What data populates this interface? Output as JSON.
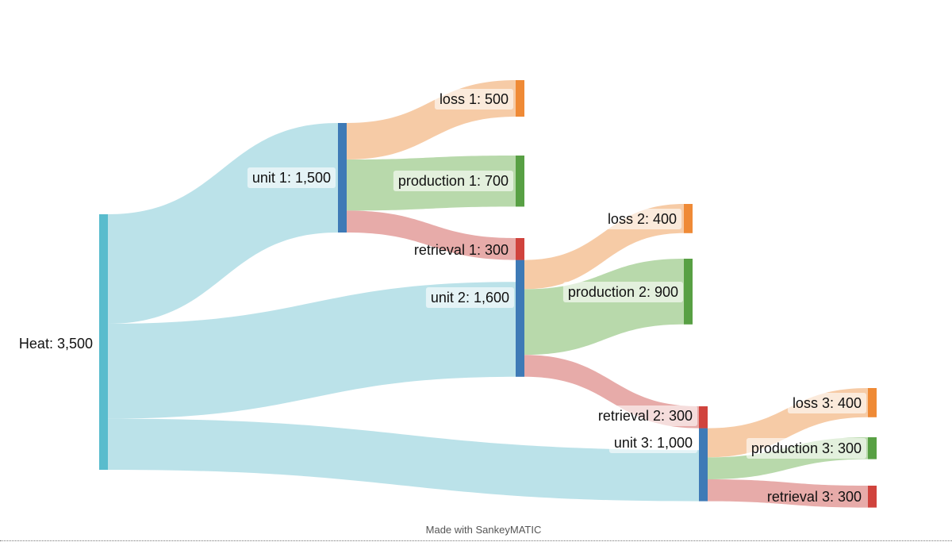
{
  "diagram": {
    "type": "sankey",
    "nodes": [
      {
        "id": "heat",
        "label": "Heat: 3,500",
        "value": 3500,
        "color": "#59bccd"
      },
      {
        "id": "u1",
        "label": "unit 1: 1,500",
        "value": 1500,
        "color": "#3e7ab6"
      },
      {
        "id": "u2",
        "label": "unit 2: 1,600",
        "value": 1600,
        "color": "#3e7ab6"
      },
      {
        "id": "u3",
        "label": "unit 3: 1,000",
        "value": 1000,
        "color": "#3e7ab6"
      },
      {
        "id": "l1",
        "label": "loss 1: 500",
        "value": 500,
        "color": "#ef8a36"
      },
      {
        "id": "p1",
        "label": "production 1: 700",
        "value": 700,
        "color": "#58a044"
      },
      {
        "id": "r1",
        "label": "retrieval 1: 300",
        "value": 300,
        "color": "#d0433d"
      },
      {
        "id": "l2",
        "label": "loss 2: 400",
        "value": 400,
        "color": "#ef8a36"
      },
      {
        "id": "p2",
        "label": "production 2: 900",
        "value": 900,
        "color": "#58a044"
      },
      {
        "id": "r2",
        "label": "retrieval 2: 300",
        "value": 300,
        "color": "#d0433d"
      },
      {
        "id": "l3",
        "label": "loss 3: 400",
        "value": 400,
        "color": "#ef8a36"
      },
      {
        "id": "p3",
        "label": "production 3: 300",
        "value": 300,
        "color": "#58a044"
      },
      {
        "id": "r3",
        "label": "retrieval 3: 300",
        "value": 300,
        "color": "#d0433d"
      }
    ],
    "flows": [
      {
        "from": "heat",
        "to": "u1",
        "value": 1500,
        "color": "#b7e0e8"
      },
      {
        "from": "heat",
        "to": "u2",
        "value": 1300,
        "color": "#b7e0e8"
      },
      {
        "from": "heat",
        "to": "u3",
        "value": 700,
        "color": "#b7e0e8"
      },
      {
        "from": "u1",
        "to": "l1",
        "value": 500,
        "color": "#f6c8a1"
      },
      {
        "from": "u1",
        "to": "p1",
        "value": 700,
        "color": "#b4d7a6"
      },
      {
        "from": "u1",
        "to": "r1",
        "value": 300,
        "color": "#e6a6a4"
      },
      {
        "from": "r1",
        "to": "u2",
        "value": 300,
        "color": "#e6a6a4"
      },
      {
        "from": "u2",
        "to": "l2",
        "value": 400,
        "color": "#f6c8a1"
      },
      {
        "from": "u2",
        "to": "p2",
        "value": 900,
        "color": "#b4d7a6"
      },
      {
        "from": "u2",
        "to": "r2",
        "value": 300,
        "color": "#e6a6a4"
      },
      {
        "from": "r2",
        "to": "u3",
        "value": 300,
        "color": "#e6a6a4"
      },
      {
        "from": "u3",
        "to": "l3",
        "value": 400,
        "color": "#f6c8a1"
      },
      {
        "from": "u3",
        "to": "p3",
        "value": 300,
        "color": "#b4d7a6"
      },
      {
        "from": "u3",
        "to": "r3",
        "value": 300,
        "color": "#e6a6a4"
      }
    ]
  },
  "footer": {
    "credit": "Made with SankeyMATIC"
  }
}
